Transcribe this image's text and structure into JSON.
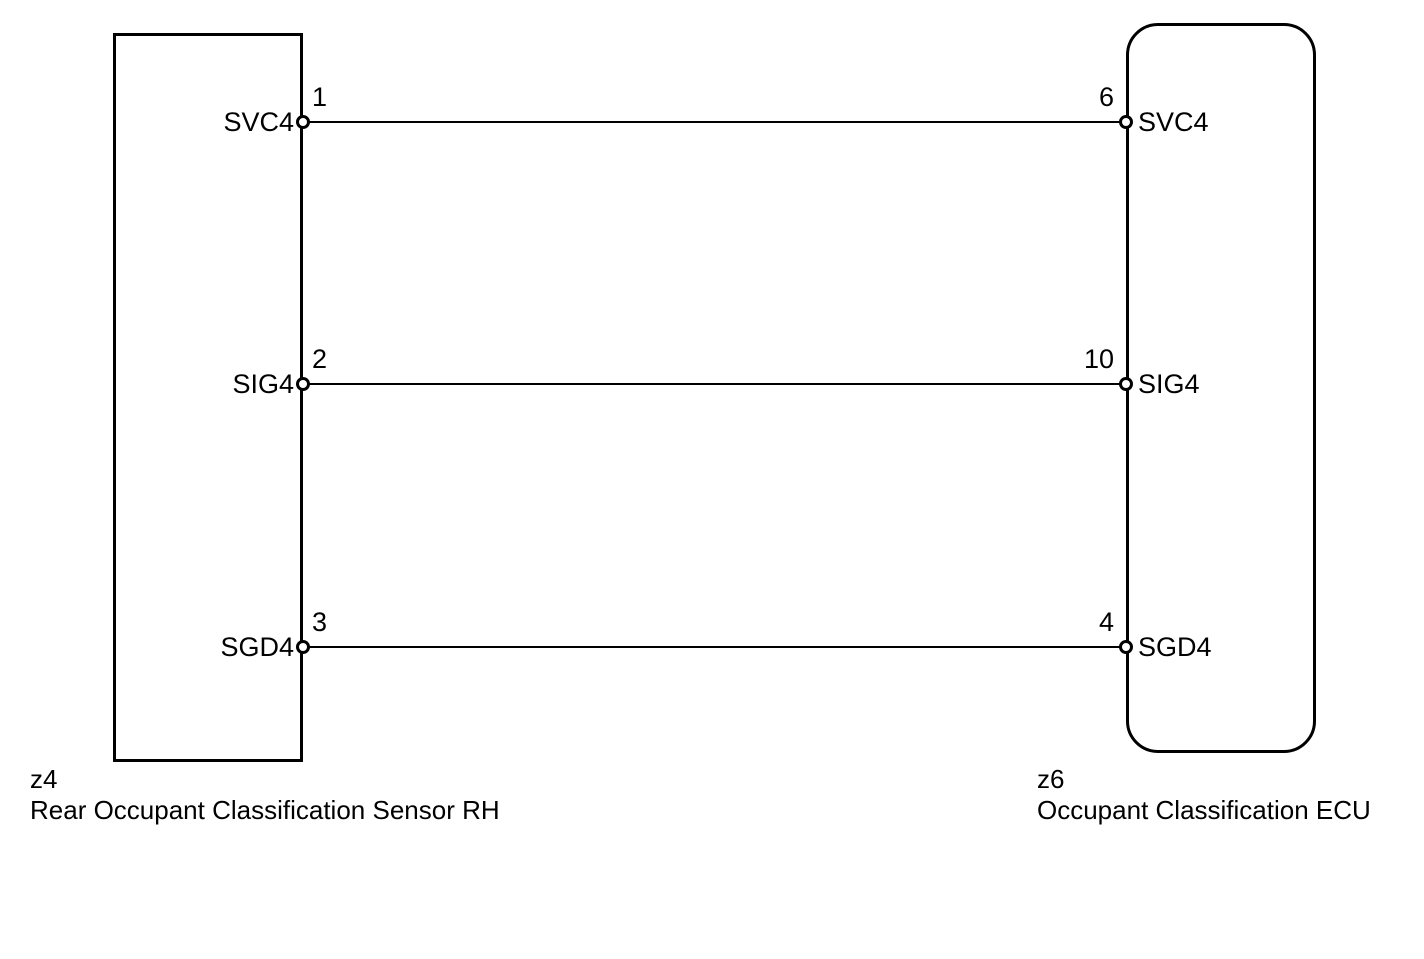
{
  "diagram": {
    "background_color": "#ffffff",
    "line_color": "#000000",
    "components": {
      "sensor": {
        "code": "z4",
        "name": "Rear Occupant Classification Sensor RH",
        "shape": "rectangle"
      },
      "ecu": {
        "code": "z6",
        "name": "Occupant Classification ECU",
        "shape": "rounded-rectangle"
      }
    },
    "connections": [
      {
        "left_pin": "1",
        "left_signal": "SVC4",
        "right_pin": "6",
        "right_signal": "SVC4"
      },
      {
        "left_pin": "2",
        "left_signal": "SIG4",
        "right_pin": "10",
        "right_signal": "SIG4"
      },
      {
        "left_pin": "3",
        "left_signal": "SGD4",
        "right_pin": "4",
        "right_signal": "SGD4"
      }
    ]
  }
}
